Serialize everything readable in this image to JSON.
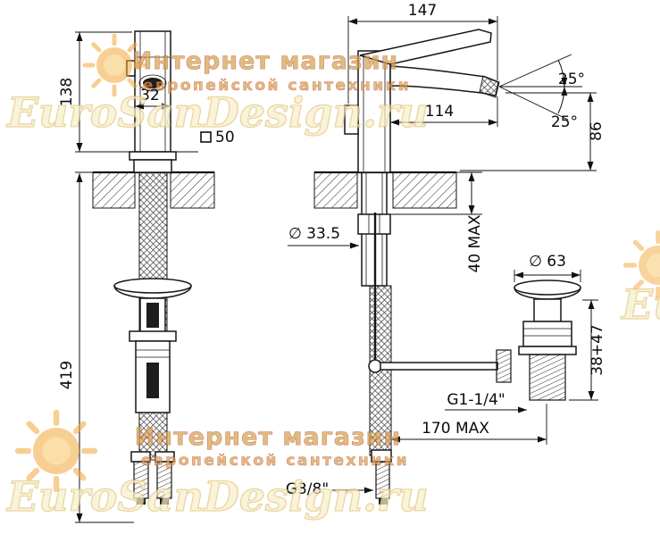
{
  "watermark": {
    "shop_line1": "Интернет магазин",
    "shop_line2": "европейской сантехники",
    "brand": "EuroSanDesign.ru",
    "brand_fragment": "Eu",
    "accent_color": "#f2a93c"
  },
  "front_view": {
    "spout_height": "138",
    "body_width": "32",
    "base_square": "50",
    "hose_length": "419"
  },
  "side_view": {
    "total_depth": "147",
    "spout_reach": "114",
    "angle_up": "25°",
    "angle_down": "25°",
    "spout_height_above_deck": "86",
    "shank_diameter": "∅ 33.5",
    "deck_thickness_max": "40 MAX",
    "drain_cap_diameter": "∅ 63",
    "drain_height": "38+47",
    "drain_thread": "G1-1/4\"",
    "rod_reach_max": "170 MAX",
    "hose_thread": "G3/8\""
  }
}
